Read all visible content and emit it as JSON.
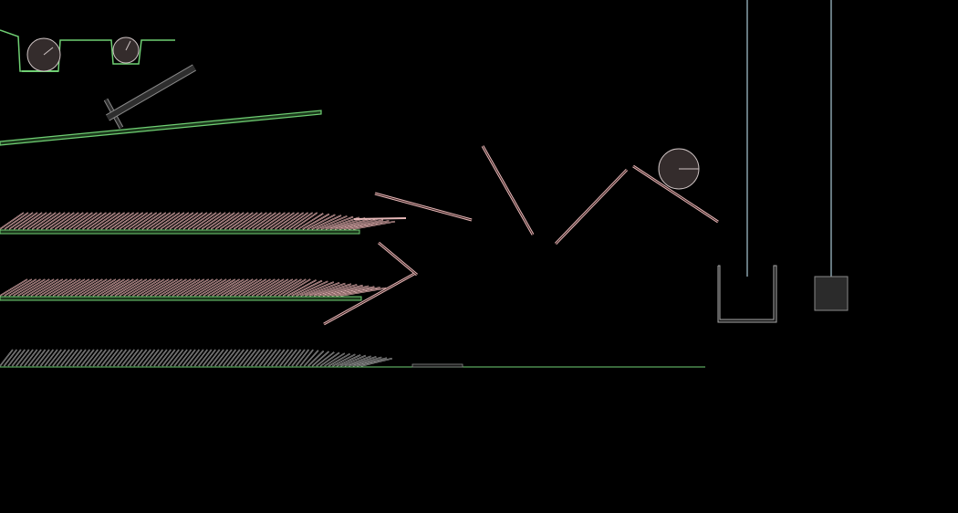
{
  "scene": {
    "background": "#000000",
    "colors": {
      "ground_line": "#6fcf73",
      "ground_fill": "#1c3a1c",
      "plank_stroke": "#e6b8b8",
      "plank_fill": "#3a1f1f",
      "gray_plank_stroke": "#9a9a9a",
      "gray_plank_fill": "#2a2a2a",
      "ball_fill": "#342c2c",
      "ball_stroke": "#cfc4c4",
      "rope": "#a9c9d4",
      "weight_fill": "#2b2b2b",
      "weight_stroke": "#8a8a8a",
      "lever_fill": "#2e2e2e",
      "lever_stroke": "#8a8a8a"
    },
    "object_counts": {
      "upper_domino_row": 78,
      "middle_domino_row": 78,
      "lower_domino_row": 90,
      "loose_planks": 7,
      "wheels": 2,
      "balls": 1,
      "hanging_weights": 1,
      "buckets": 1
    }
  }
}
